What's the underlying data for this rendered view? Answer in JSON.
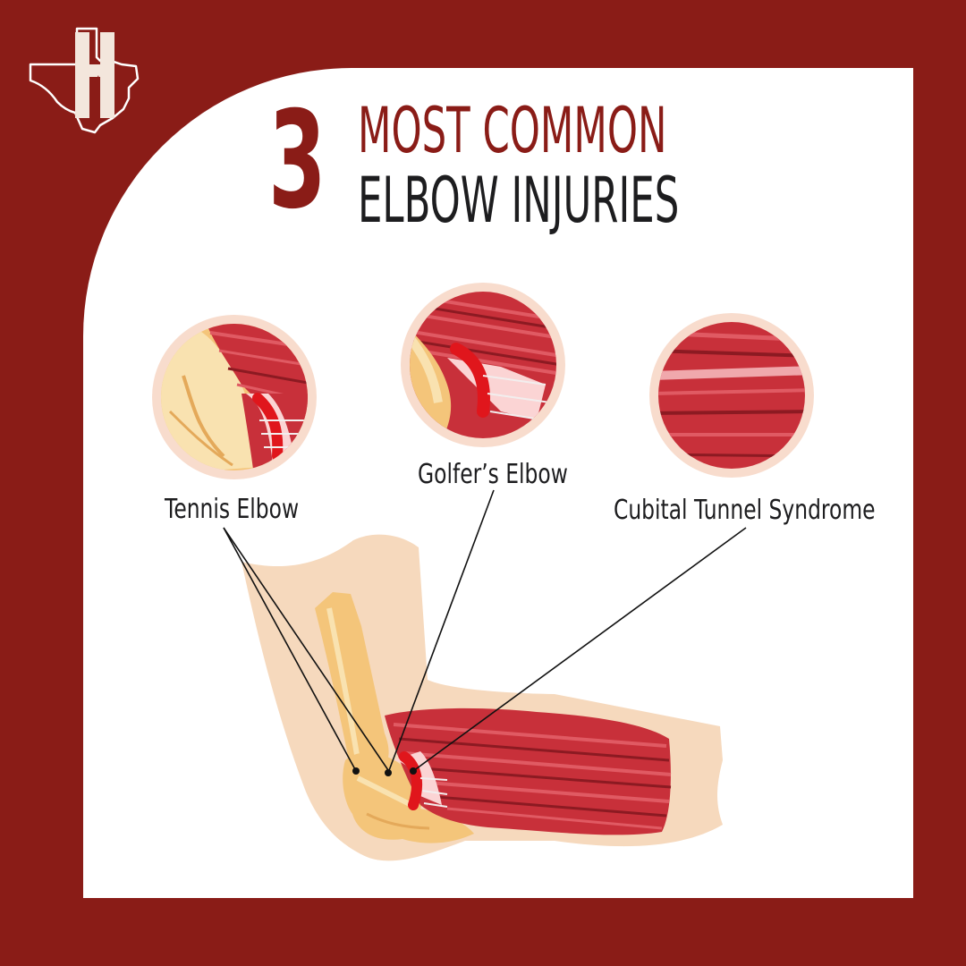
{
  "title": {
    "number": "3",
    "line1": "MOST COMMON",
    "line2": "ELBOW INJURIES"
  },
  "injuries": [
    {
      "label": "Tennis Elbow"
    },
    {
      "label": "Golfer’s Elbow"
    },
    {
      "label": "Cubital Tunnel Syndrome"
    }
  ],
  "colors": {
    "brand_red": "#8a1c17",
    "background": "#ffffff",
    "text_dark": "#1d1d1f",
    "muscle": "#c8303a",
    "skin": "#f6d9bd",
    "bone": "#f4c57a",
    "inflammation": "#e0161c"
  },
  "icons": {
    "logo": "texas-hands-logo-icon"
  }
}
